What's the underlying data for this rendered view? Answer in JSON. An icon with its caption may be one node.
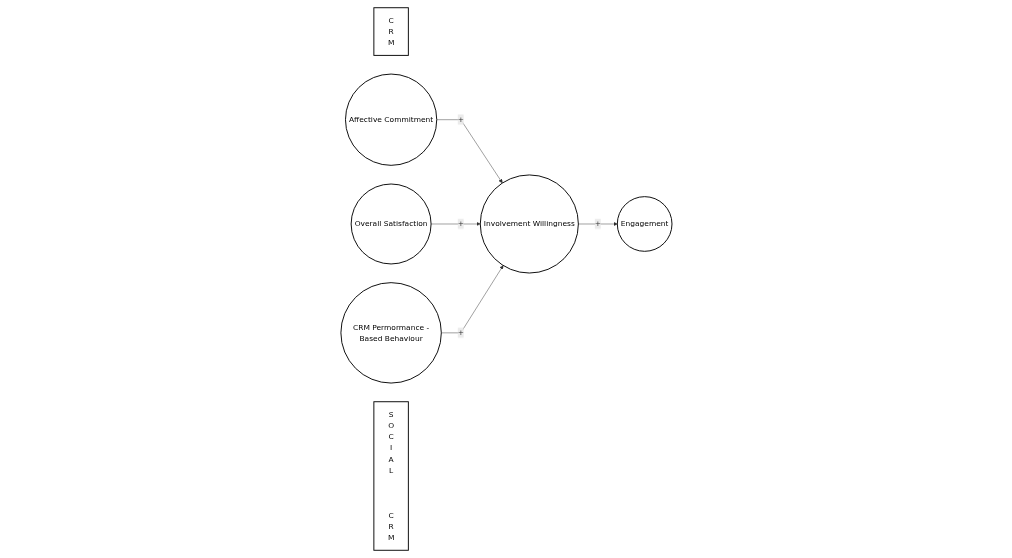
{
  "diagram": {
    "nodes": [
      {
        "text": [
          "C R M"
        ]
      },
      {
        "text": [
          "Affective Commitment"
        ]
      },
      {
        "text": [
          "Overall Satisfaction"
        ]
      },
      {
        "text": [
          "CRM Permormance -Based Behaviour"
        ]
      },
      {
        "text": [
          "Involvement Willingness"
        ]
      },
      {
        "text": [
          "Engagement"
        ]
      },
      {
        "text": [
          "S O C I A L",
          "C R M"
        ]
      }
    ],
    "edges": [
      {
        "from": 1,
        "to": 4,
        "arrow": "to",
        "label": "+"
      },
      {
        "from": 2,
        "to": 4,
        "arrow": "to",
        "label": "+"
      },
      {
        "from": 3,
        "to": 4,
        "arrow": "to",
        "label": "+"
      },
      {
        "from": 4,
        "to": 5,
        "arrow": "to",
        "label": "+"
      }
    ]
  }
}
